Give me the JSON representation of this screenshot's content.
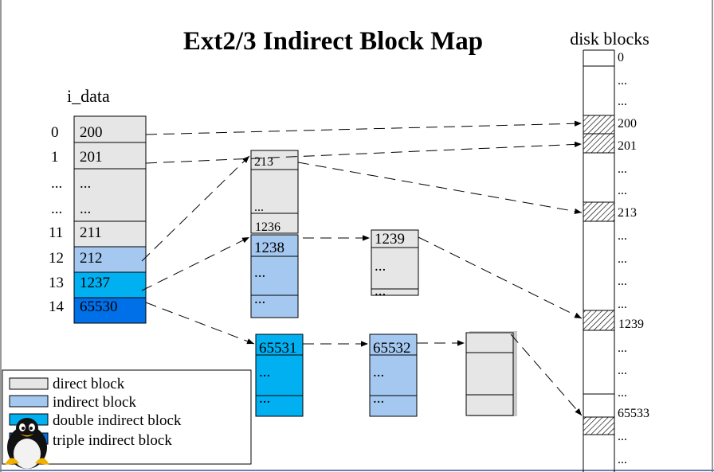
{
  "title": "Ext2/3 Indirect Block Map",
  "i_data": {
    "label": "i_data",
    "indices": [
      "0",
      "1",
      "...",
      "...",
      "11",
      "12",
      "13",
      "14"
    ],
    "values": [
      "200",
      "201",
      "...",
      "...",
      "211",
      "212",
      "1237",
      "65530"
    ]
  },
  "indirect_block": {
    "top": "213",
    "mid": "...",
    "bottom": "1236"
  },
  "double_indirect_block": {
    "top": "1238",
    "mid": "...",
    "bottom": "..."
  },
  "block_1239": {
    "top": "1239",
    "mid": "...",
    "bottom": "..."
  },
  "triple_l1": {
    "top": "65531",
    "mid": "...",
    "bottom": "..."
  },
  "triple_l2": {
    "top": "65532",
    "mid": "...",
    "bottom": "..."
  },
  "disk": {
    "title": "disk blocks",
    "labels": [
      "0",
      "...",
      "...",
      "200",
      "201",
      "...",
      "...",
      "213",
      "...",
      "...",
      "...",
      "...",
      "1239",
      "...",
      "...",
      "...",
      "65533",
      "...",
      "..."
    ]
  },
  "legend": {
    "items": [
      {
        "label": "direct block",
        "color": "#e6e6e6"
      },
      {
        "label": "indirect block",
        "color": "#a5c8f0"
      },
      {
        "label": "double indirect block",
        "color": "#00b0f0"
      },
      {
        "label": "triple indirect block",
        "color": "#0070e8"
      }
    ]
  },
  "colors": {
    "direct": "#e6e6e6",
    "indirect": "#a5c8f0",
    "double": "#00b0f0",
    "triple": "#0070e8",
    "hatch": "#000000"
  }
}
